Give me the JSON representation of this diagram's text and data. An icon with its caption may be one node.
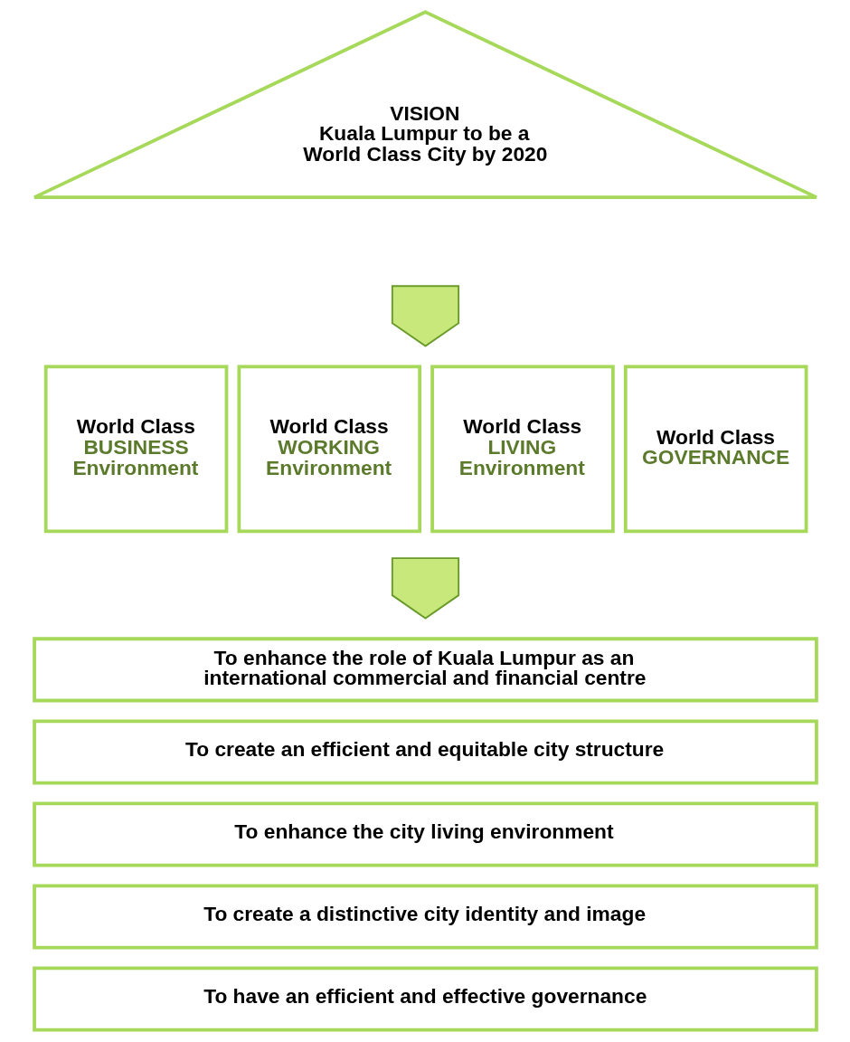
{
  "diagram": {
    "nodes": [
      {
        "text": [
          "VISION",
          "Kuala Lumpur to be a World Class City by 2020"
        ]
      },
      {
        "text": [],
        "shape": "arrow"
      },
      {
        "text": [
          "World Class",
          "BUSINESS Environment"
        ]
      },
      {
        "text": [
          "World Class",
          "WORKING Environment"
        ]
      },
      {
        "text": [
          "World Class",
          "LIVING Environment"
        ]
      },
      {
        "text": [
          "World Class",
          "GOVERNANCE"
        ]
      },
      {
        "text": [],
        "shape": "arrow"
      },
      {
        "text": [
          "To enhance the role of Kuala Lumpur as an international commercial and financial centre"
        ]
      },
      {
        "text": [
          "To create an efficient and equitable city structure"
        ]
      },
      {
        "text": [
          "To enhance the city living environment"
        ]
      },
      {
        "text": [
          "To create a distinctive city identity and image"
        ]
      },
      {
        "text": [
          "To have an efficient and effective governance"
        ]
      }
    ],
    "edges": []
  }
}
